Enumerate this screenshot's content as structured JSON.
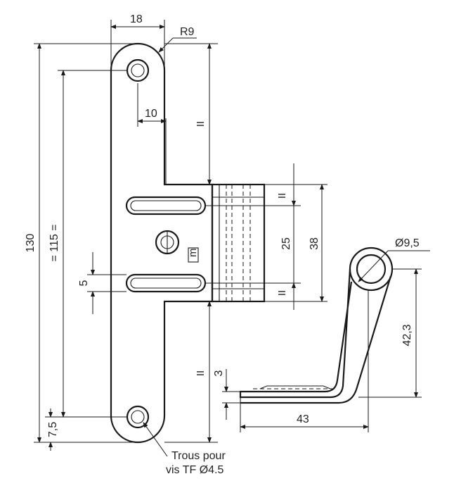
{
  "dimensions": {
    "width_top": "18",
    "radius": "R9",
    "offset": "10",
    "total_height": "130",
    "hole_spacing": "= 115 =",
    "bottom_offset": "7,5",
    "slot_width": "5",
    "slot_spacing": "25",
    "hinge_height": "38",
    "pin_diameter": "Ø9,5",
    "arm_height": "42,3",
    "thickness": "3",
    "arm_length": "43",
    "equal_mark": "II"
  },
  "note": {
    "line1": "Trous pour",
    "line2": "vis TF Ø4.5"
  },
  "marking": "m"
}
